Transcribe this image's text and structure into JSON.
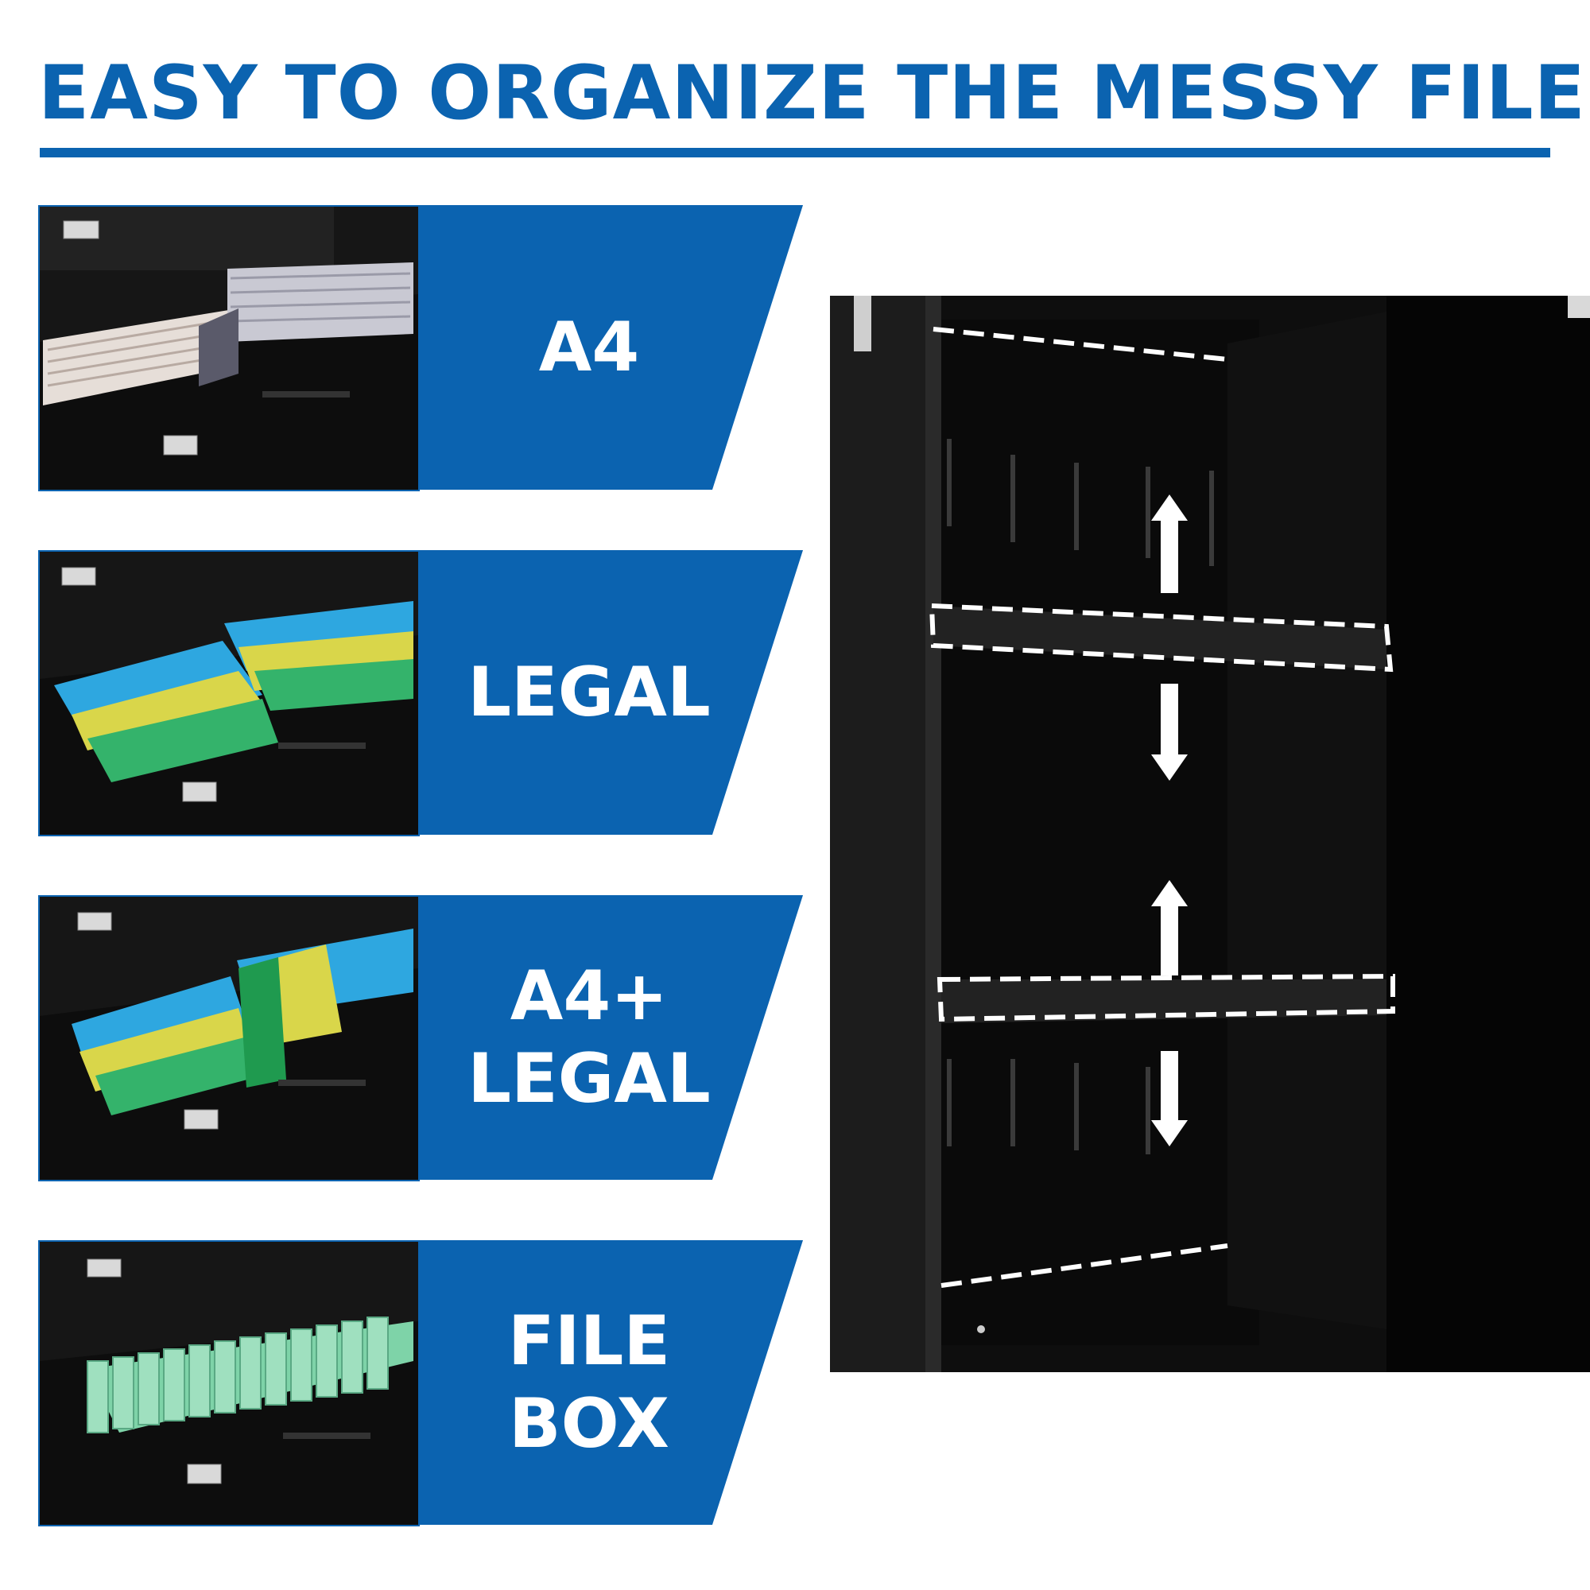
{
  "headline": "EASY TO ORGANIZE THE MESSY FILES",
  "options": [
    {
      "lines": [
        "A4"
      ]
    },
    {
      "lines": [
        "LEGAL"
      ]
    },
    {
      "lines": [
        "A4+",
        "LEGAL"
      ]
    },
    {
      "lines": [
        "FILE",
        "BOX"
      ]
    }
  ],
  "colors": {
    "brand_blue": "#0b63b0",
    "cabinet_black": "#0e0e0e",
    "label_white": "#ffffff"
  },
  "icons": [
    "arrow-up-icon",
    "arrow-down-icon"
  ]
}
